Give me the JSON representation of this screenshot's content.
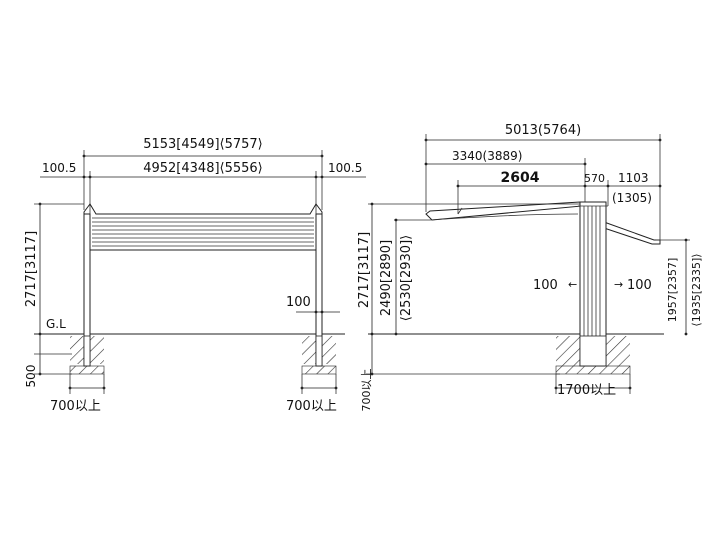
{
  "front_view": {
    "overall_width": "5153[4549]⟨5757⟩",
    "inner_width": "4952[4348]⟨5556⟩",
    "left_offset": "100.5",
    "right_offset": "100.5",
    "height": "2717[3117]",
    "ground_label": "G.L",
    "post_width": "100",
    "foundation_depth": "500",
    "left_foundation": "700以上",
    "right_foundation": "700以上"
  },
  "side_view": {
    "overall_depth": "5013(5764)",
    "front_depth": "3340(3889)",
    "span": "2604",
    "post_zone": "570",
    "rear_overhang": "1103",
    "rear_overhang_alt": "(1305)",
    "height": "2717[3117]",
    "eave_height": "2490[2890]",
    "eave_height_alt": "⟨2530[2930]⟩",
    "rear_height": "1957[2357]",
    "rear_height_alt": "⟨1935[2335]⟩",
    "left_clearance": "100",
    "right_clearance": "100",
    "foundation_depth": "700以上",
    "foundation_width": "1700以上"
  }
}
